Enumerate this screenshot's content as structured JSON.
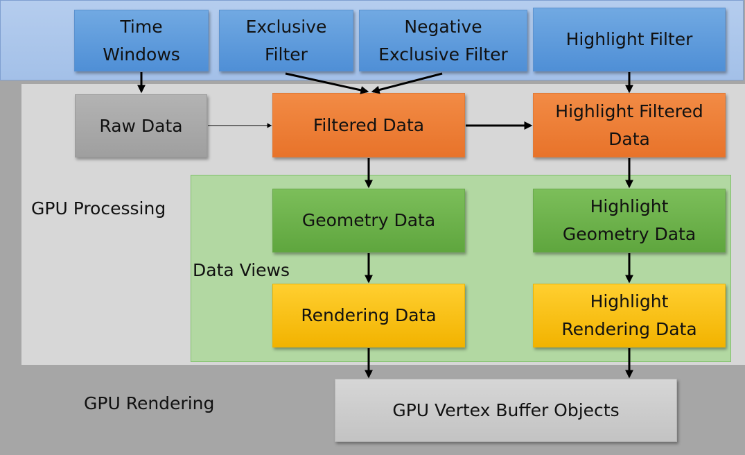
{
  "regions": {
    "gpu_processing": "GPU Processing",
    "data_views": "Data Views",
    "gpu_rendering": "GPU Rendering"
  },
  "nodes": {
    "time_windows": "Time\nWindows",
    "exclusive_filter": "Exclusive\nFilter",
    "negative_exclusive_filter": "Negative\nExclusive Filter",
    "highlight_filter": "Highlight Filter",
    "raw_data": "Raw Data",
    "filtered_data": "Filtered Data",
    "highlight_filtered_data": "Highlight Filtered\nData",
    "geometry_data": "Geometry Data",
    "highlight_geometry_data": "Highlight\nGeometry Data",
    "rendering_data": "Rendering Data",
    "highlight_rendering_data": "Highlight\nRendering Data",
    "gpu_vertex_buffer_objects": "GPU Vertex Buffer Objects"
  },
  "colors": {
    "filter_blue": "#5b9bd5",
    "raw_gray": "#a5a5a5",
    "filtered_orange": "#ed7d31",
    "geometry_green": "#70ad47",
    "rendering_yellow": "#ffc000"
  }
}
